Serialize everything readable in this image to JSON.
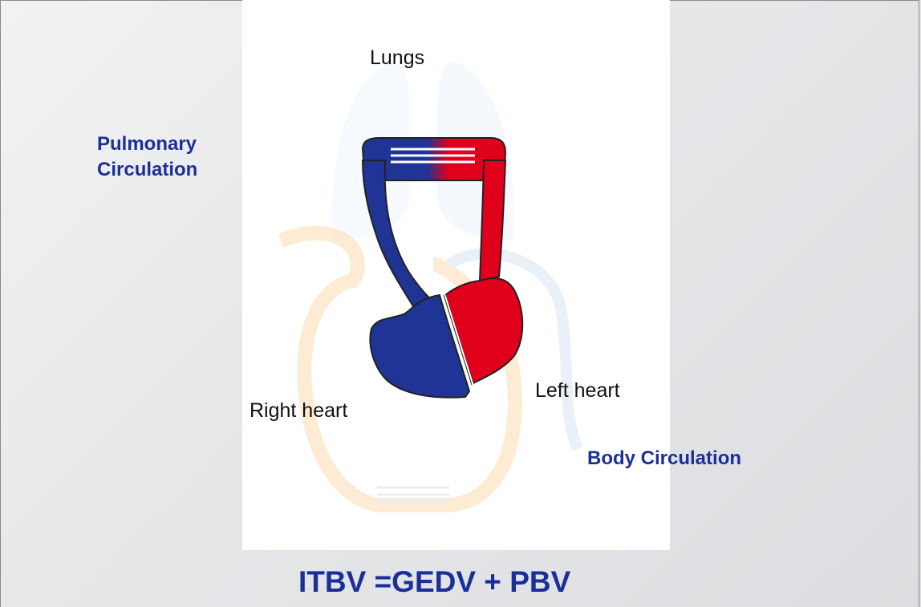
{
  "labels": {
    "lungs": "Lungs",
    "pulmonary_line1": "Pulmonary",
    "pulmonary_line2": "Circulation",
    "right_heart": "Right heart",
    "left_heart": "Left heart",
    "body_circulation": "Body Circulation"
  },
  "formula": "ITBV =GEDV + PBV",
  "colors": {
    "venous_blue": "#1f3494",
    "arterial_red": "#e0001b",
    "label_blue": "#1a2f9a"
  }
}
